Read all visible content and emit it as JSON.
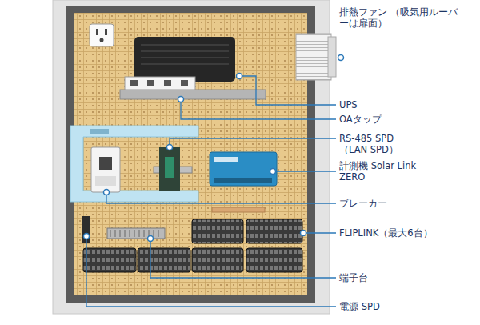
{
  "diagram": {
    "labels": [
      "排熱ファン （吸気用ルーバーは扉面）",
      "UPS",
      "OAタップ",
      "RS-485 SPD （LAN SPD）",
      "計測機 Solar Link ZERO",
      "ブレーカー",
      "FLIPLINK（最大6台）",
      "端子台",
      "電源 SPD"
    ]
  }
}
